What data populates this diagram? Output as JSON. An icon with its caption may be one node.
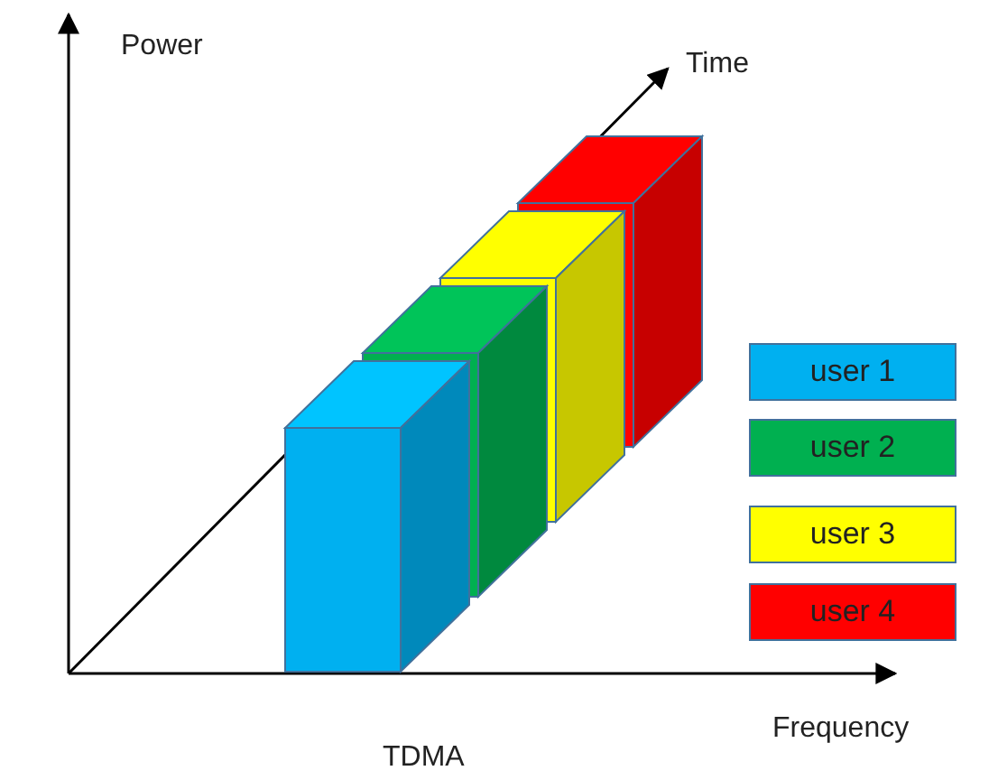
{
  "diagram": {
    "caption": "TDMA",
    "labels": [
      "Power",
      "Time",
      "Frequency"
    ],
    "legend": [
      {
        "text": "user 1",
        "color": "#00b0f0"
      },
      {
        "text": "user 2",
        "color": "#00b050"
      },
      {
        "text": "user 3",
        "color": "#ffff00"
      },
      {
        "text": "user 4",
        "color": "#ff0000"
      }
    ]
  }
}
